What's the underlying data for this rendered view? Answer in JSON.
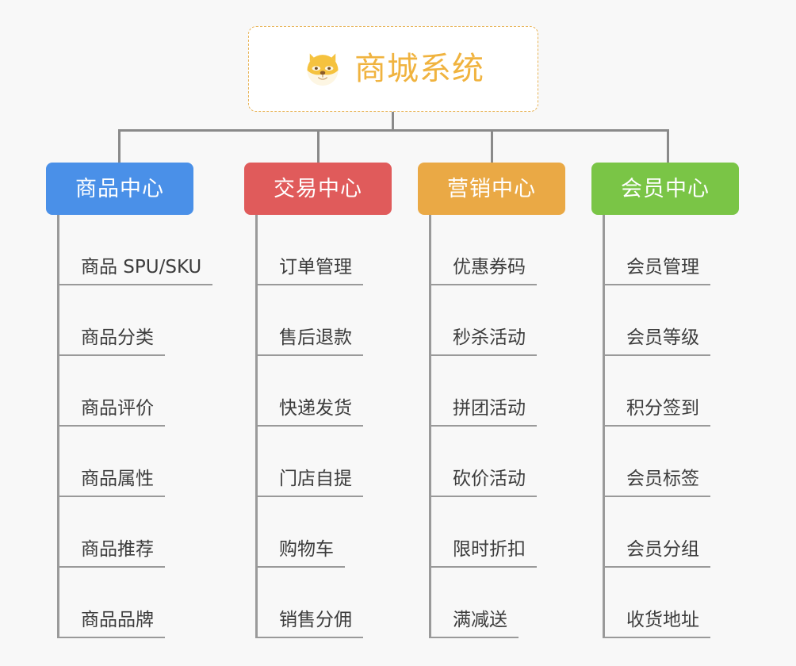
{
  "background_color": "#f8f8f8",
  "root": {
    "title": "商城系统",
    "icon": "shiba-dog-face-icon",
    "text_color": "#f0b33f",
    "border_color": "#e8b355"
  },
  "connector_color": "#8a8a8a",
  "columns": [
    {
      "title": "商品中心",
      "color": "#4a90e8",
      "items": [
        "商品 SPU/SKU",
        "商品分类",
        "商品评价",
        "商品属性",
        "商品推荐",
        "商品品牌"
      ]
    },
    {
      "title": "交易中心",
      "color": "#e05b5b",
      "items": [
        "订单管理",
        "售后退款",
        "快递发货",
        "门店自提",
        "购物车",
        "销售分佣"
      ]
    },
    {
      "title": "营销中心",
      "color": "#eaa945",
      "items": [
        "优惠券码",
        "秒杀活动",
        "拼团活动",
        "砍价活动",
        "限时折扣",
        "满减送"
      ]
    },
    {
      "title": "会员中心",
      "color": "#7ac546",
      "items": [
        "会员管理",
        "会员等级",
        "积分签到",
        "会员标签",
        "会员分组",
        "收货地址"
      ]
    }
  ]
}
